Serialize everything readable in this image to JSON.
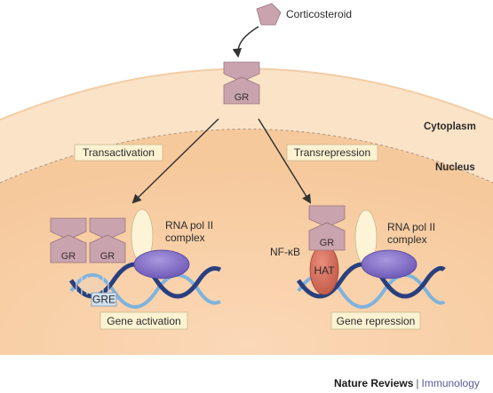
{
  "ligand": {
    "label": "Corticosteroid"
  },
  "compartments": {
    "cytoplasm": "Cytoplasm",
    "nucleus": "Nucleus"
  },
  "receptor": {
    "label": "GR"
  },
  "pathways": {
    "activation": {
      "title": "Transactivation",
      "receptor_labels": [
        "GR",
        "GR"
      ],
      "element_label": "GRE",
      "polymerase_label_line1": "RNA pol II",
      "polymerase_label_line2": "complex",
      "outcome": "Gene activation"
    },
    "repression": {
      "title": "Transrepression",
      "receptor_label": "GR",
      "factor_label": "NF-κB",
      "hat_label": "HAT",
      "polymerase_label_line1": "RNA pol II",
      "polymerase_label_line2": "complex",
      "outcome": "Gene repression"
    }
  },
  "footer": {
    "publisher": "Nature Reviews",
    "separator": "|",
    "journal": "Immunology"
  },
  "colors": {
    "cytoplasm": "#fbe6cf",
    "nucleus": "#f8d0a8",
    "receptor": "#c9a4ae",
    "receptor_stroke": "#9a7580",
    "polymerase_ellipse": "#fdf3d6",
    "polymerase_body": "#7f6bc4",
    "hat": "#d9705e",
    "label_box": "#fdf2d2",
    "gre_box": "#cfe0ef",
    "dna_dark": "#2a3f7e",
    "dna_light": "#7fb3dc"
  }
}
